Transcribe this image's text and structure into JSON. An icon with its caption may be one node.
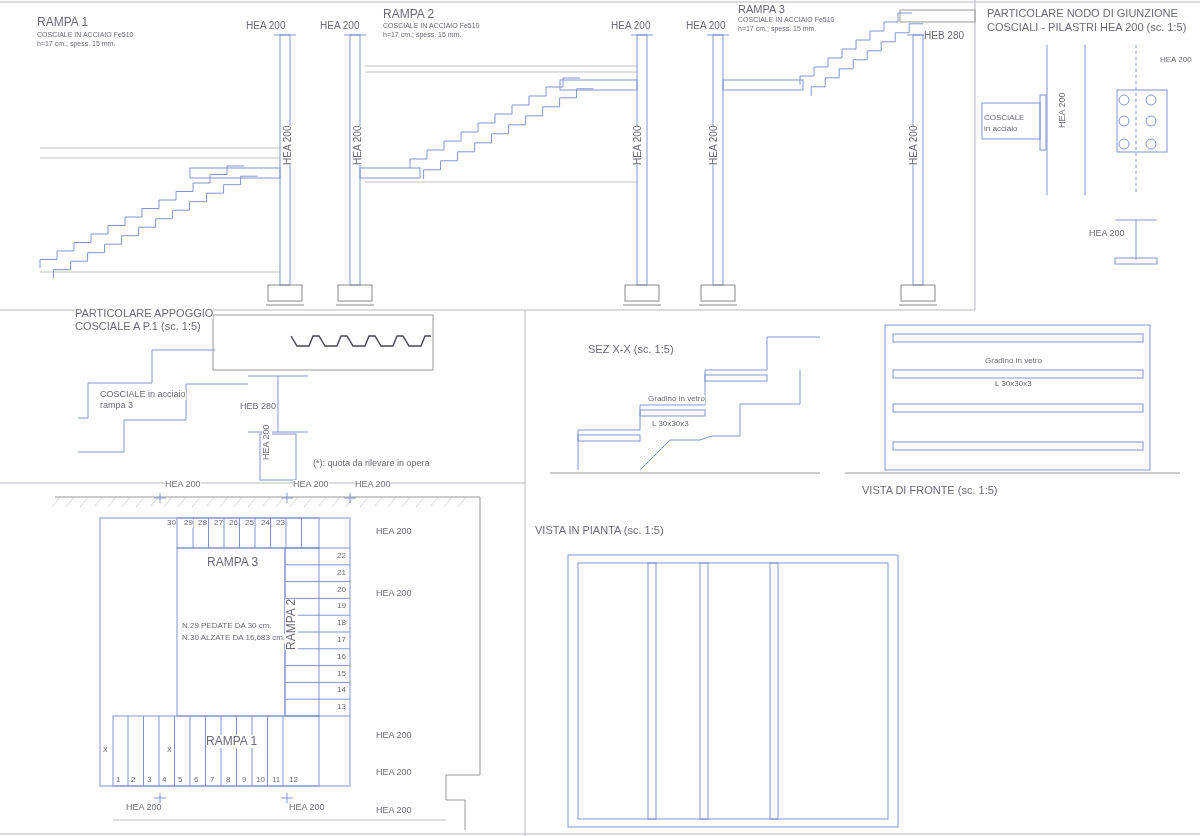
{
  "diagram": {
    "labels": [
      "RAMPA 1",
      "COSCIALE IN ACCIAIO Fe510",
      "h=17 cm.; spess. 15 mm.",
      "HEA 200",
      "HEA 200",
      "HEA 200",
      "HEA 200",
      "RAMPA 2",
      "COSCIALE IN ACCIAIO Fe510",
      "h=17 cm.; spess. 15 mm.",
      "HEA 200",
      "HEA 200",
      "HEA 200",
      "HEA 200",
      "RAMPA 3",
      "COSCIALE IN ACCIAIO Fe510",
      "h=17 cm.; spess. 15 mm.",
      "HEB 280",
      "HEA 200",
      "PARTICOLARE NODO DI GIUNZIONE",
      "COSCIALI - PILASTRI HEA 200 (sc. 1:5)",
      "COSCIALE",
      "in acciaio",
      "HEA 200",
      "HEA 200",
      "HEA 200",
      "PARTICOLARE APPOGGIO",
      "COSCIALE A P.1 (sc. 1:5)",
      "COSCIALE in acciaio",
      "rampa 3",
      "HEB 280",
      "HEA 200",
      "(*): quota da rilevare in opera",
      "SEZ X-X (sc. 1:5)",
      "Gradino in vetro",
      "L 30x30x3",
      "Gradino in vetro",
      "L 30x30x3",
      "VISTA DI FRONTE (sc. 1:5)",
      "VISTA IN PIANTA (sc. 1:5)",
      "HEA 200",
      "HEA 200",
      "HEA 200",
      "30",
      "29",
      "28",
      "27",
      "26",
      "25",
      "24",
      "23",
      "RAMPA 3",
      "HEA 200",
      "22",
      "21",
      "HEA 200",
      "20",
      "19",
      "18",
      "17",
      "16",
      "15",
      "14",
      "13",
      "N.29 PEDATE DA 30 cm.",
      "N.30 ALZATE DA 16,683 cm.",
      "RAMPA 2",
      "HEA 200",
      "X",
      "X",
      "RAMPA 1",
      "HEA 200",
      "1",
      "2",
      "3",
      "4",
      "5",
      "6",
      "7",
      "8",
      "9",
      "10",
      "11",
      "12",
      "HEA 200",
      "HEA 200",
      "HEA 200"
    ]
  }
}
